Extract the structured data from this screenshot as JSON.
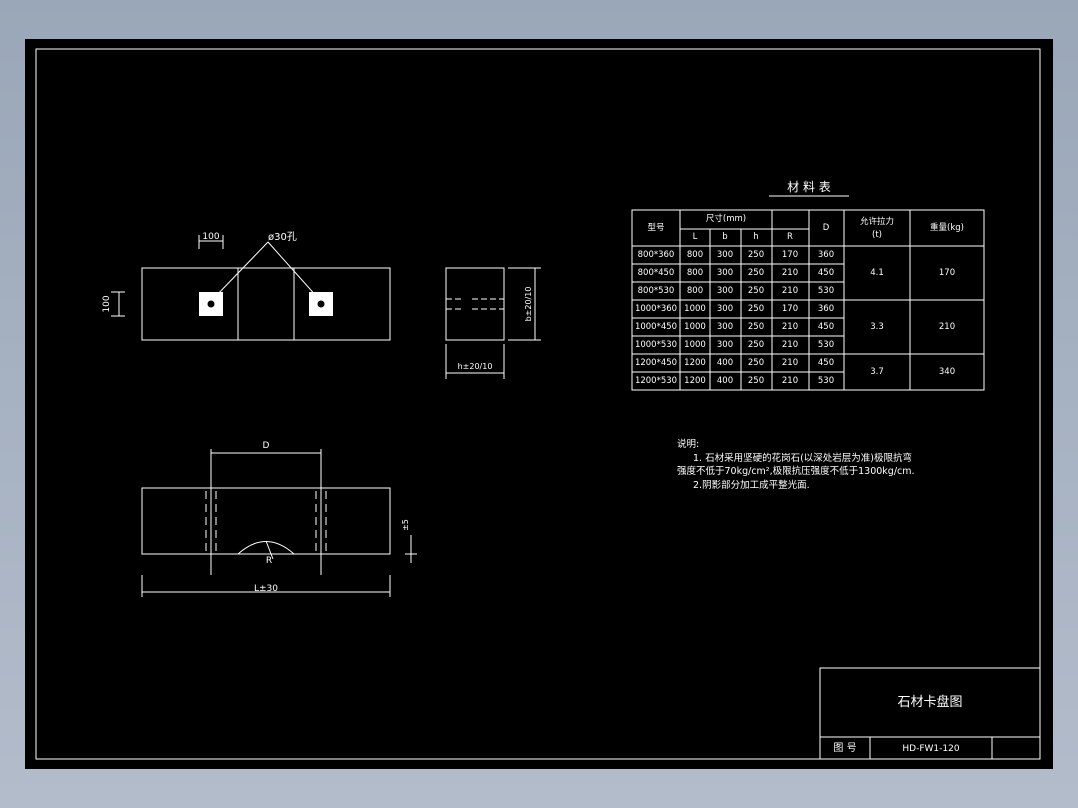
{
  "colors": {
    "background": "#000000",
    "lines": "#ffffff",
    "desktop": "#a5b0c0"
  },
  "dimensions": {
    "top_left_100": "100",
    "hole_label": "ø30孔",
    "left_100": "100",
    "side_b": "b±20/10",
    "side_h": "h±20/10",
    "bottom_D": "D",
    "bottom_R": "R",
    "bottom_L": "L±30",
    "bottom_pm5": "±5"
  },
  "table": {
    "title": "材 料 表",
    "headers": {
      "model": "型号",
      "size_group": "尺寸(mm)",
      "L": "L",
      "b": "b",
      "h": "h",
      "R": "R",
      "D": "D",
      "force_line1": "允许拉力",
      "force_line2": "(t)",
      "weight": "重量(kg)"
    },
    "rows": [
      [
        "800*360",
        "800",
        "300",
        "250",
        "170",
        "360"
      ],
      [
        "800*450",
        "800",
        "300",
        "250",
        "210",
        "450"
      ],
      [
        "800*530",
        "800",
        "300",
        "250",
        "210",
        "530"
      ],
      [
        "1000*360",
        "1000",
        "300",
        "250",
        "170",
        "360"
      ],
      [
        "1000*450",
        "1000",
        "300",
        "250",
        "210",
        "450"
      ],
      [
        "1000*530",
        "1000",
        "300",
        "250",
        "210",
        "530"
      ],
      [
        "1200*450",
        "1200",
        "400",
        "250",
        "210",
        "450"
      ],
      [
        "1200*530",
        "1200",
        "400",
        "250",
        "210",
        "530"
      ]
    ],
    "groups": [
      {
        "force": "4.1",
        "weight": "170"
      },
      {
        "force": "3.3",
        "weight": "210"
      },
      {
        "force": "3.7",
        "weight": "340"
      }
    ]
  },
  "notes": {
    "heading": "说明:",
    "line1": "1. 石材采用坚硬的花岗石(以深处岩层为准)极限抗弯",
    "line2": "强度不低于70kg/cm²,极限抗压强度不低于1300kg/cm.",
    "line3": "2.阴影部分加工成平整光面."
  },
  "title_block": {
    "title": "石材卡盘图",
    "drawing_no_label": "图  号",
    "drawing_no": "HD-FW1-120"
  }
}
